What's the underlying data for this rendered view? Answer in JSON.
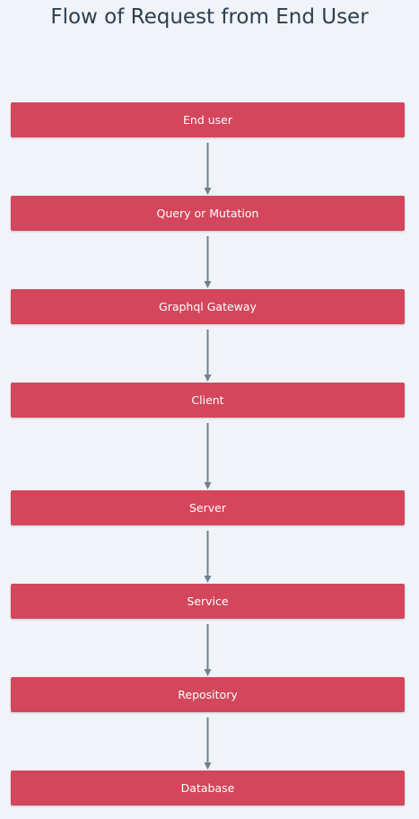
{
  "diagram": {
    "title": "Flow of Request from End User",
    "nodes": [
      {
        "id": "end-user",
        "label": "End user"
      },
      {
        "id": "query-or-mutation",
        "label": "Query or Mutation"
      },
      {
        "id": "graphql-gateway",
        "label": "Graphql Gateway"
      },
      {
        "id": "client",
        "label": "Client"
      },
      {
        "id": "server",
        "label": "Server"
      },
      {
        "id": "service",
        "label": "Service"
      },
      {
        "id": "repository",
        "label": "Repository"
      },
      {
        "id": "database",
        "label": "Database"
      }
    ],
    "edges": [
      {
        "from": "end-user",
        "to": "query-or-mutation"
      },
      {
        "from": "query-or-mutation",
        "to": "graphql-gateway"
      },
      {
        "from": "graphql-gateway",
        "to": "client"
      },
      {
        "from": "client",
        "to": "server"
      },
      {
        "from": "server",
        "to": "service"
      },
      {
        "from": "service",
        "to": "repository"
      },
      {
        "from": "repository",
        "to": "database"
      }
    ],
    "colors": {
      "background": "#f0f3f7",
      "node_fill": "#d4465b",
      "node_text": "#ffffff",
      "edge": "#708090",
      "title_text": "#2c3e50"
    }
  }
}
